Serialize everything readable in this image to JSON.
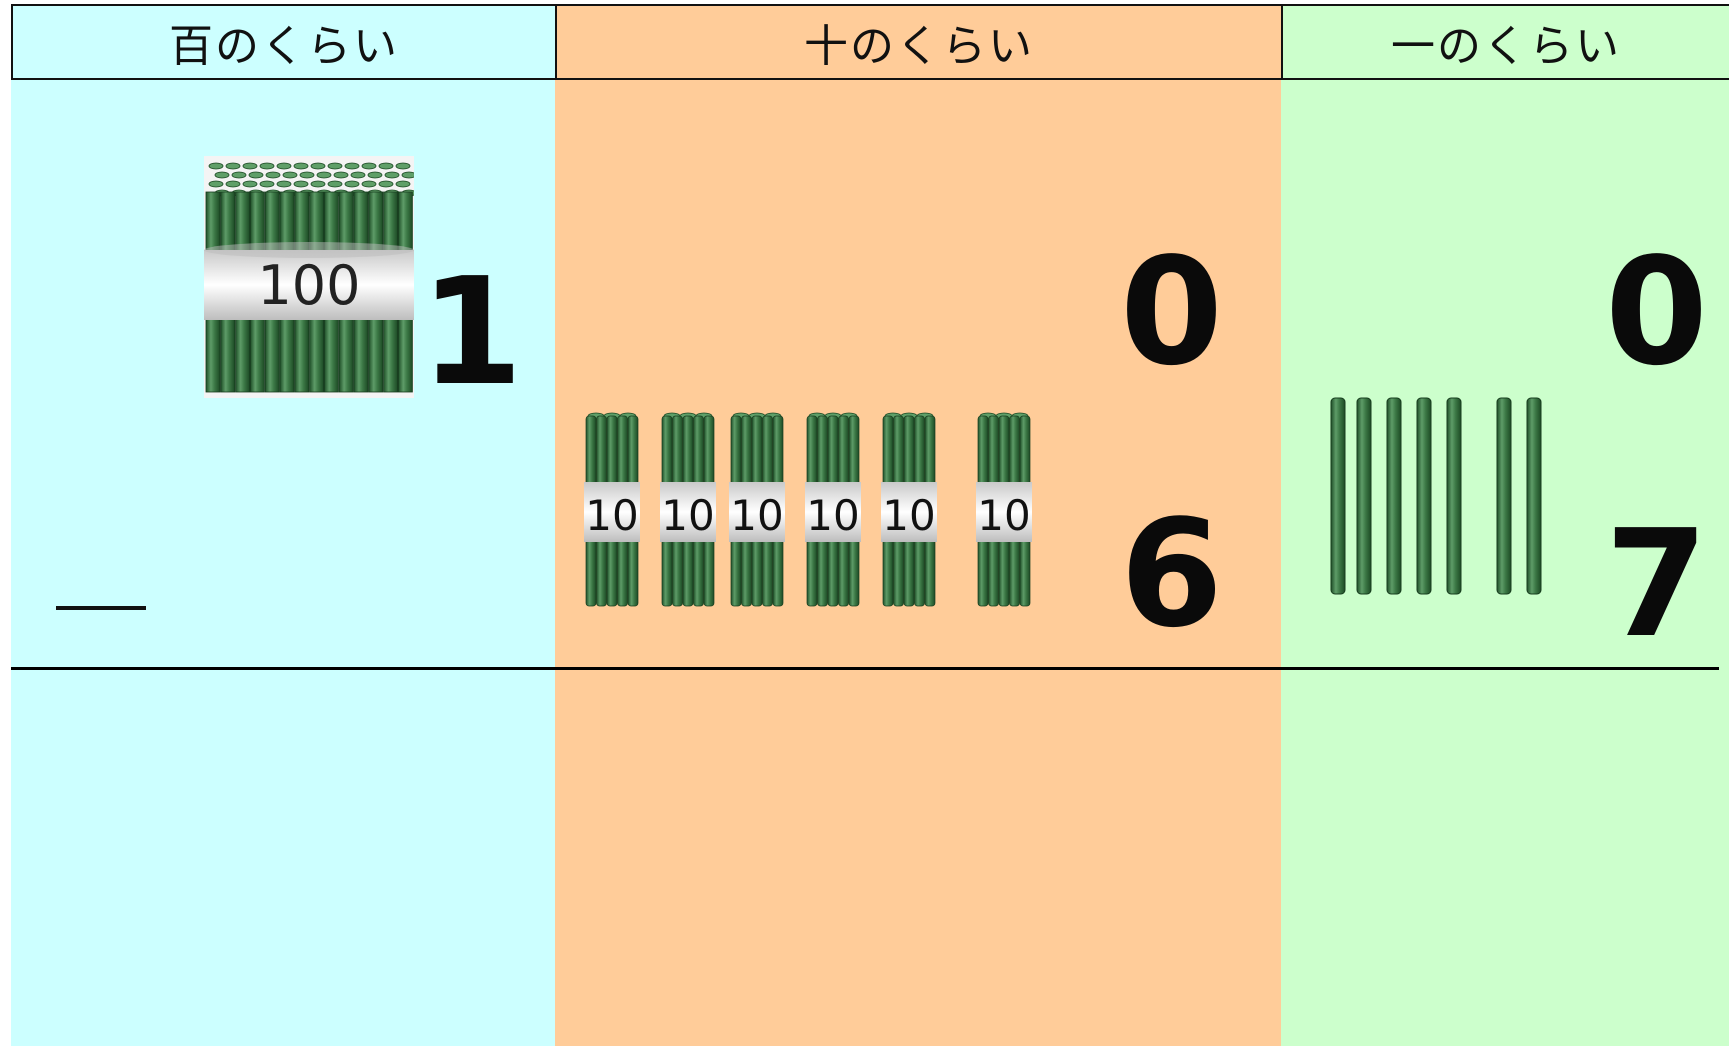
{
  "header": {
    "hundreds": "百のくらい",
    "tens": "十のくらい",
    "ones": "一のくらい"
  },
  "top_number": {
    "hundreds": "1",
    "tens": "0",
    "ones": "0"
  },
  "subtrahend": {
    "operator": "−",
    "tens": "6",
    "ones": "7"
  },
  "blocks": {
    "hundred_bundles": 1,
    "hundred_label": "100",
    "ten_bundles": 6,
    "ten_label": "10",
    "single_sticks": 7
  },
  "colors": {
    "hundreds_bg": "#ccffff",
    "tens_bg": "#ffcc99",
    "ones_bg": "#ccffcc",
    "stick": "#3f7d4a"
  }
}
